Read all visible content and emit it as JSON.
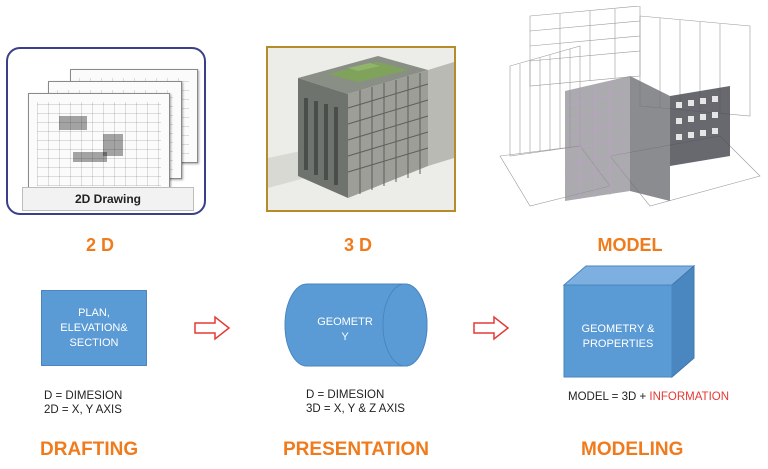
{
  "panels": {
    "drawing_label": "2D Drawing"
  },
  "headings": {
    "col1": "2 D",
    "col2": "3 D",
    "col3": "MODEL"
  },
  "shapes": {
    "box1_label_lines": [
      "PLAN,",
      "ELEVATION&",
      "SECTION"
    ],
    "cylinder_label_lines": [
      "GEOMETR",
      "Y"
    ],
    "cube_label_lines": [
      "GEOMETRY &",
      "PROPERTIES"
    ],
    "fill_color": "#5b9bd5",
    "arrow_color": "#e53935"
  },
  "descriptions": {
    "col1": [
      "D = DIMESION",
      "2D = X, Y AXIS"
    ],
    "col2": [
      "D = DIMESION",
      "3D = X, Y & Z AXIS"
    ],
    "col3_prefix": "MODEL = 3D + ",
    "col3_highlight": "INFORMATION"
  },
  "footer": {
    "col1": "DRAFTING",
    "col2": "PRESENTATION",
    "col3": "MODELING"
  }
}
